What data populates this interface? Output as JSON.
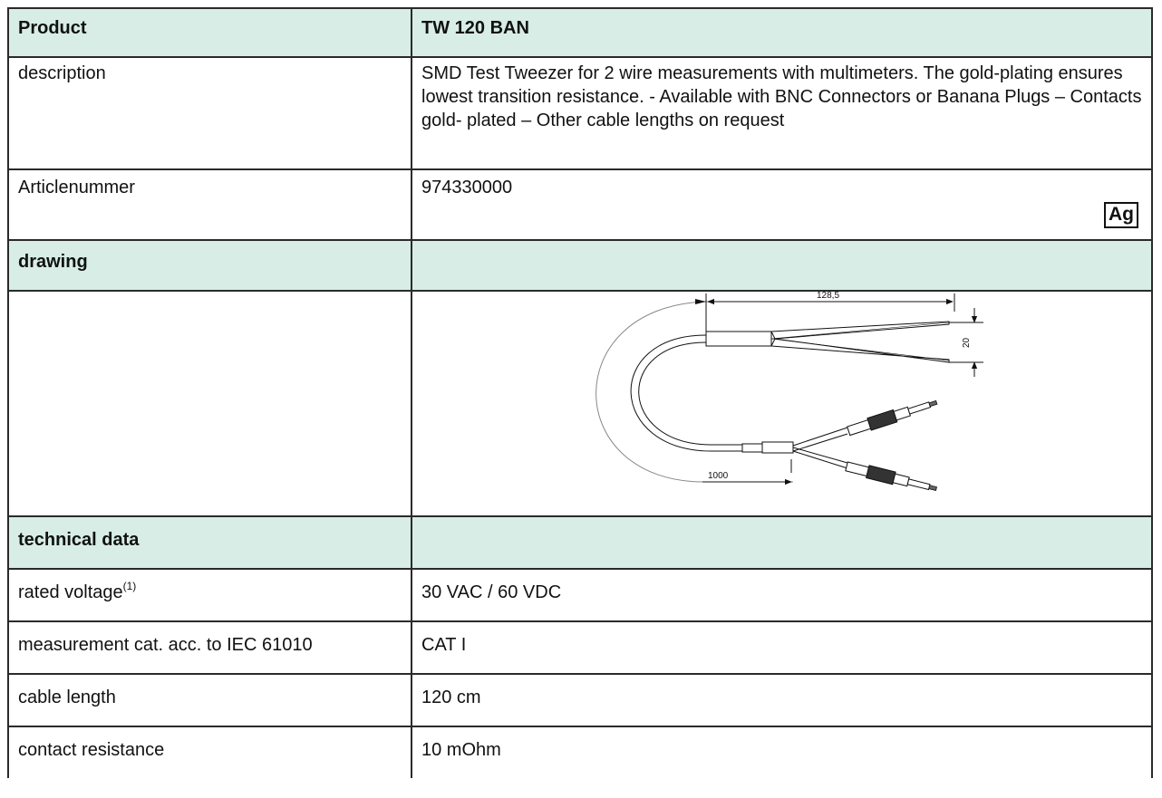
{
  "header": {
    "label": "Product",
    "value": "TW 120 BAN"
  },
  "description": {
    "label": "description",
    "value": "SMD Test Tweezer for 2 wire measurements with multimeters. The gold-plating ensures lowest transition resistance. - Available with BNC Connectors or Banana Plugs – Contacts gold- plated – Other cable lengths on request"
  },
  "article": {
    "label": "Articlenummer",
    "value": "974330000",
    "badge": "Ag"
  },
  "drawing_section": {
    "label": "drawing"
  },
  "drawing": {
    "dim_length": "128,5",
    "dim_height": "20",
    "dim_cable": "1000"
  },
  "technical_section": {
    "label": "technical data"
  },
  "technical_data": [
    {
      "label": "rated voltage",
      "sup": "(1)",
      "value": "30 VAC / 60 VDC"
    },
    {
      "label": "measurement cat. acc. to IEC 61010",
      "value": "CAT I"
    },
    {
      "label": "cable length",
      "value": "120 cm"
    },
    {
      "label": "contact resistance",
      "value": "10 mOhm"
    }
  ],
  "colors": {
    "header_background": "#d7ede6",
    "border": "#2a2a2a"
  }
}
